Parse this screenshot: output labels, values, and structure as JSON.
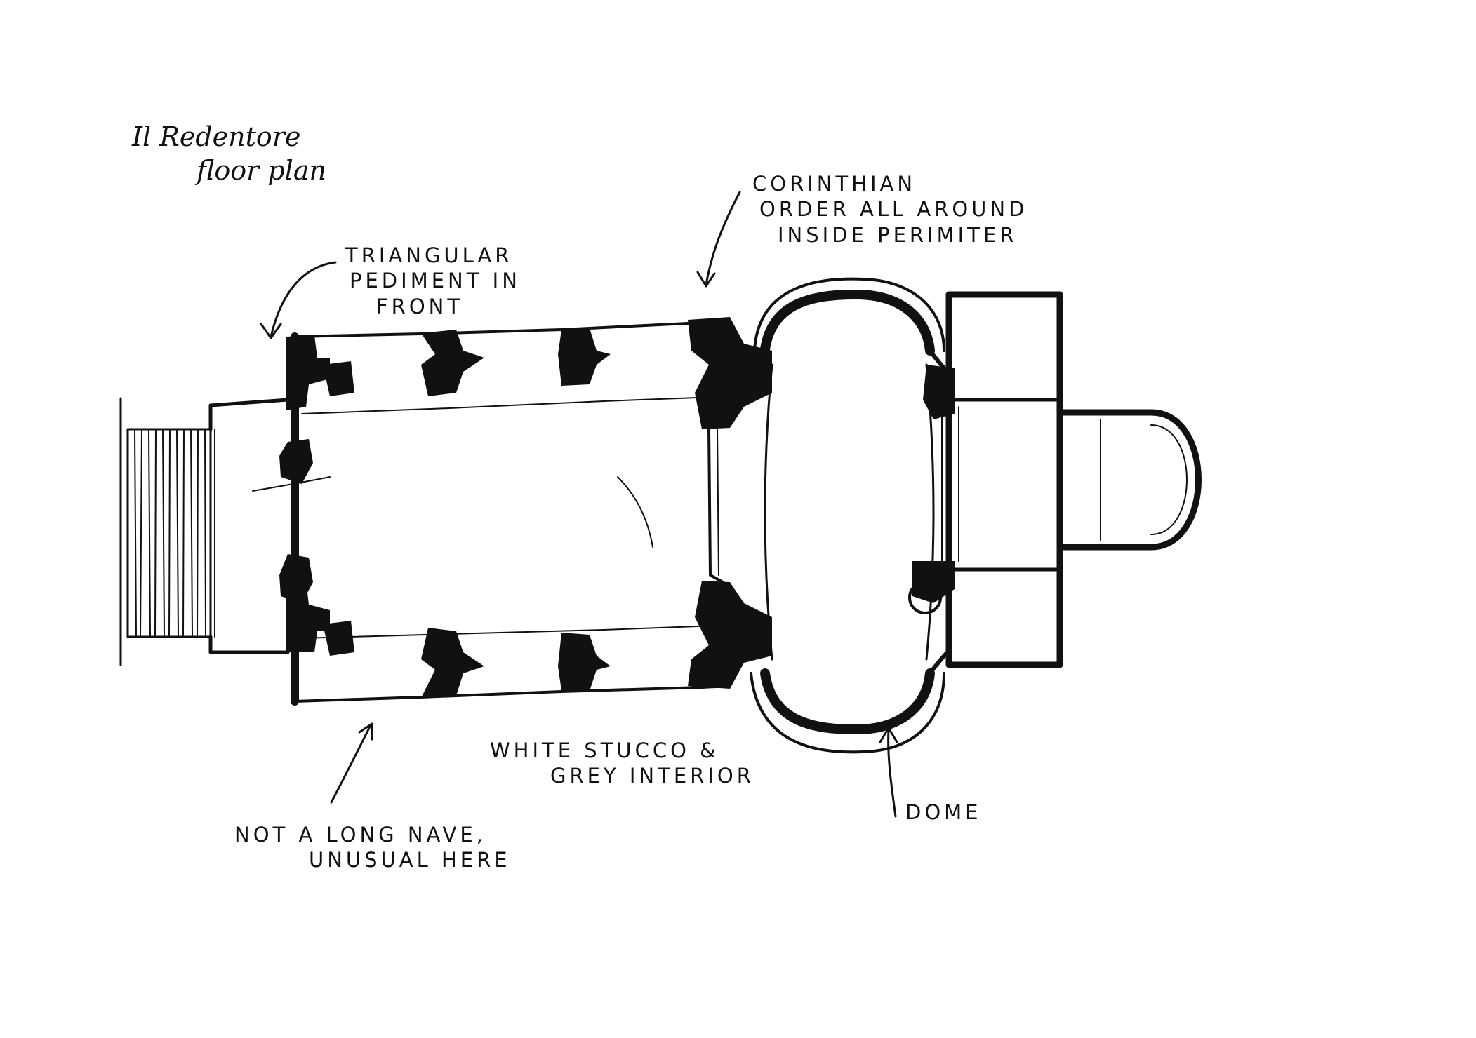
{
  "sheet": {
    "title_line1": "Il Redentore",
    "title_line2": "floor plan"
  },
  "annotations": {
    "pediment": [
      "TRIANGULAR",
      "PEDIMENT IN",
      "FRONT"
    ],
    "corinthian": [
      "CORINTHIAN",
      "ORDER ALL AROUND",
      "INSIDE PERIMITER"
    ],
    "stucco": [
      "WHITE STUCCO &",
      "GREY INTERIOR"
    ],
    "dome": "DOME",
    "nave": [
      "NOT A LONG NAVE,",
      "UNUSUAL HERE"
    ]
  },
  "colors": {
    "ink": "#111111",
    "paper": "#ffffff"
  }
}
